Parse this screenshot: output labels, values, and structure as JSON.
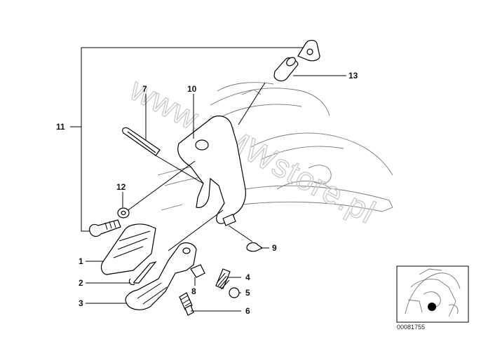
{
  "callouts": {
    "n1": "1",
    "n2": "2",
    "n3": "3",
    "n4": "4",
    "n5": "5",
    "n6": "6",
    "n7": "7",
    "n8": "8",
    "n9": "9",
    "n10": "10",
    "n11": "11",
    "n12": "12",
    "n13": "13"
  },
  "watermark": "www.BMWstore.pl",
  "thumbnail": {
    "part_number": "00081755"
  }
}
